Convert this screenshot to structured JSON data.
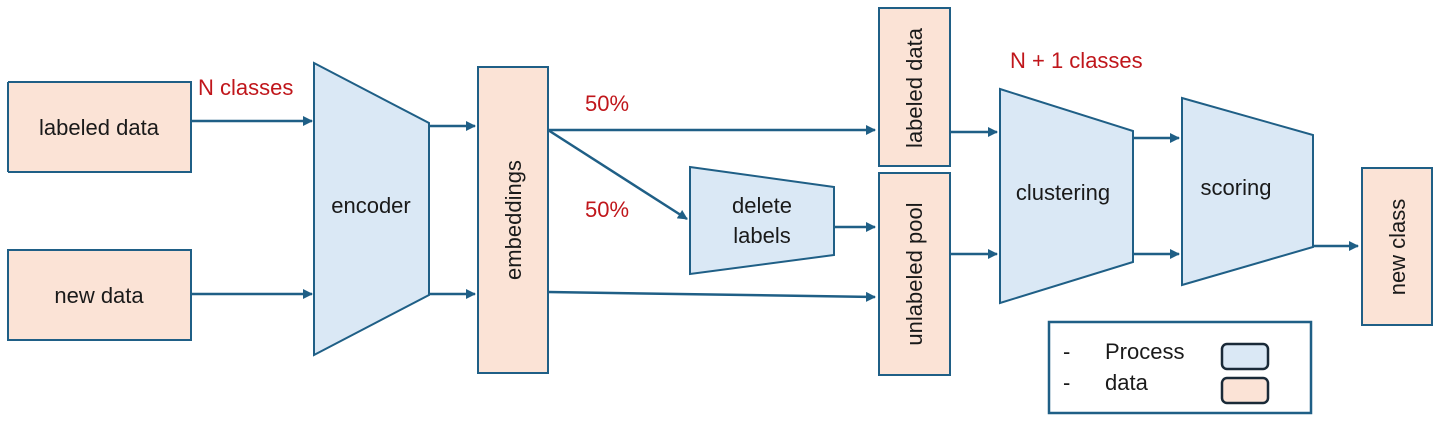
{
  "colors": {
    "data_fill": "#fbe3d6",
    "data_stroke": "#1f5f86",
    "process_fill": "#dae8f5",
    "process_stroke": "#1f5f86",
    "arrow": "#1f5f86",
    "annotation": "#c0161b"
  },
  "nodes": {
    "labeled_data_in": "labeled data",
    "new_data_in": "new data",
    "encoder": "encoder",
    "embeddings": "embeddings",
    "delete_labels_line1": "delete",
    "delete_labels_line2": "labels",
    "labeled_data_out": "labeled data",
    "unlabeled_pool": "unlabeled pool",
    "clustering": "clustering",
    "scoring": "scoring",
    "new_class": "new class"
  },
  "annotations": {
    "n_classes": "N classes",
    "pct_top": "50%",
    "pct_mid": "50%",
    "n_plus_1_classes": "N + 1 classes"
  },
  "legend": {
    "process_bullet": "-",
    "process_label": "Process",
    "data_bullet": "-",
    "data_label": "data"
  }
}
